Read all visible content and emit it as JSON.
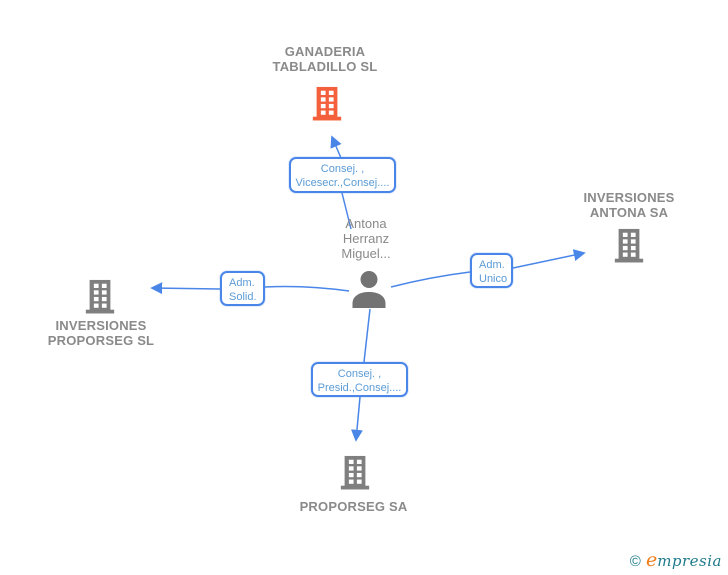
{
  "diagram": {
    "person": {
      "name_line1": "Antona",
      "name_line2": "Herranz",
      "name_line3": "Miguel..."
    },
    "companies": {
      "top": {
        "label_line1": "GANADERIA",
        "label_line2": "TABLADILLO SL",
        "highlighted": true,
        "icon_color": "#f4603c"
      },
      "right": {
        "label_line1": "INVERSIONES",
        "label_line2": "ANTONA SA",
        "highlighted": false,
        "icon_color": "#7f7f7f"
      },
      "left": {
        "label_line1": "INVERSIONES",
        "label_line2": "PROPORSEG SL",
        "highlighted": false,
        "icon_color": "#7f7f7f"
      },
      "bottom": {
        "label_line1": "PROPORSEG SA",
        "highlighted": false,
        "icon_color": "#7f7f7f"
      }
    },
    "edges": {
      "top": {
        "label_line1": "Consej. ,",
        "label_line2": "Vicesecr.,Consej...."
      },
      "right": {
        "label_line1": "Adm.",
        "label_line2": "Unico"
      },
      "left": {
        "label_line1": "Adm.",
        "label_line2": "Solid."
      },
      "bottom": {
        "label_line1": "Consej. ,",
        "label_line2": "Presid.,Consej...."
      }
    }
  },
  "colors": {
    "edge_blue": "#4a86e8",
    "edge_label_text": "#5b9bd5",
    "node_text_gray": "#8a8a8a",
    "building_gray": "#7f7f7f",
    "building_orange": "#f4603c",
    "person_gray": "#737373",
    "logo_teal": "#1e7b8c",
    "logo_orange": "#ef7d1a"
  },
  "footer": {
    "copyright": "©",
    "brand_first": "e",
    "brand_rest": "mpresia"
  }
}
